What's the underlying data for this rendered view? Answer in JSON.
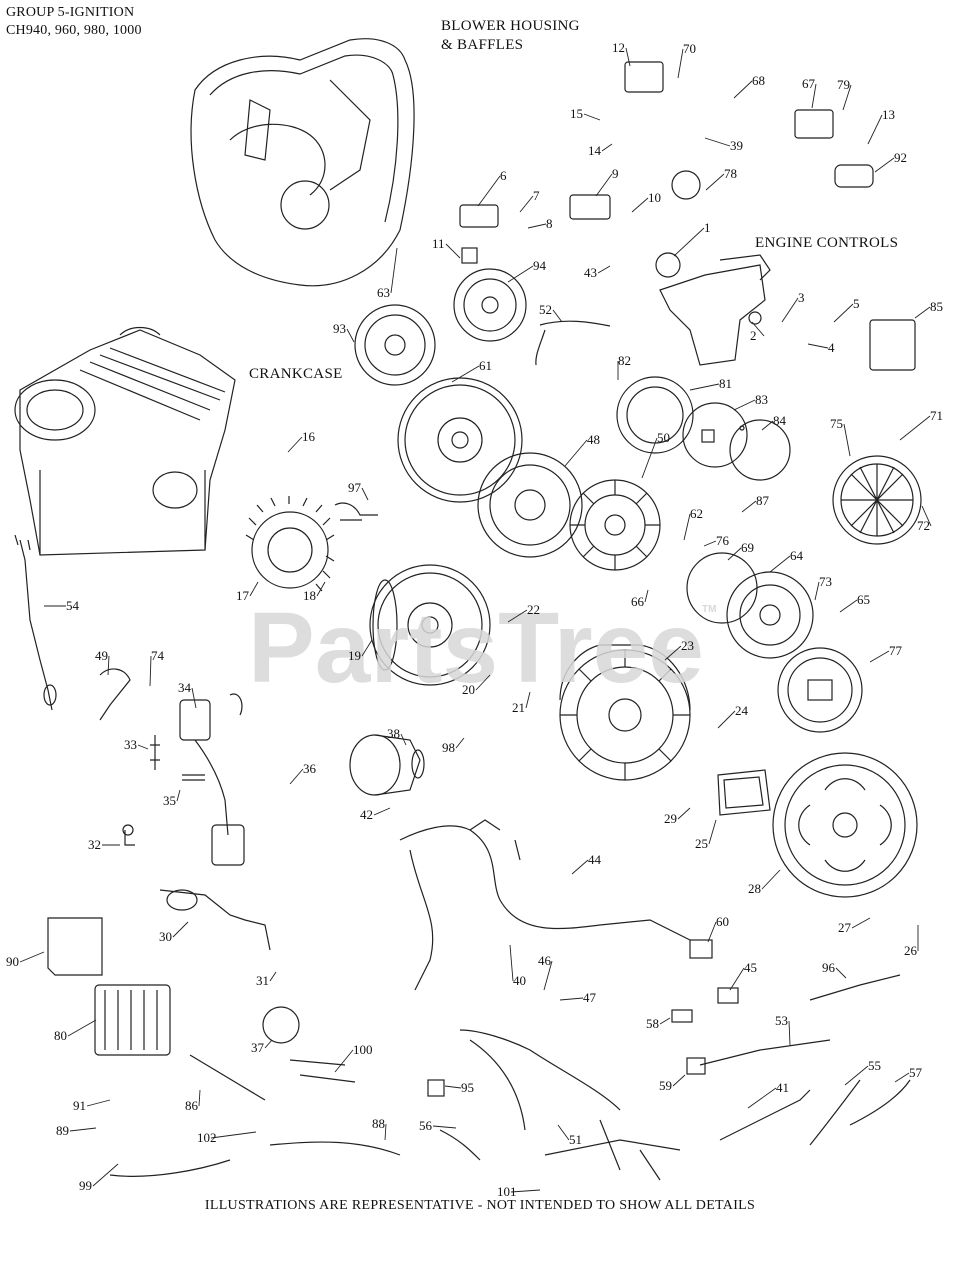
{
  "header": {
    "line1": "GROUP 5-IGNITION",
    "line2": "CH940, 960, 980, 1000"
  },
  "section_labels": {
    "blower_line1": "BLOWER HOUSING",
    "blower_line2": "& BAFFLES",
    "engine_controls": "ENGINE CONTROLS",
    "crankcase": "CRANKCASE"
  },
  "watermark": {
    "text": "PartsTree",
    "tm": "TM",
    "color": "#d8d8d8"
  },
  "footer": "ILLUSTRATIONS ARE REPRESENTATIVE - NOT INTENDED TO SHOW ALL DETAILS",
  "callouts": [
    "1",
    "2",
    "3",
    "4",
    "5",
    "6",
    "7",
    "8",
    "9",
    "10",
    "11",
    "12",
    "13",
    "14",
    "15",
    "16",
    "17",
    "18",
    "19",
    "20",
    "21",
    "22",
    "23",
    "24",
    "25",
    "26",
    "27",
    "28",
    "29",
    "30",
    "31",
    "32",
    "33",
    "34",
    "35",
    "36",
    "37",
    "38",
    "39",
    "40",
    "41",
    "42",
    "43",
    "44",
    "45",
    "46",
    "47",
    "48",
    "49",
    "50",
    "51",
    "52",
    "53",
    "54",
    "55",
    "56",
    "57",
    "58",
    "59",
    "60",
    "61",
    "62",
    "63",
    "64",
    "65",
    "66",
    "67",
    "68",
    "69",
    "70",
    "71",
    "72",
    "73",
    "74",
    "75",
    "76",
    "77",
    "78",
    "79",
    "80",
    "81",
    "82",
    "83",
    "84",
    "85",
    "86",
    "87",
    "88",
    "89",
    "90",
    "91",
    "92",
    "93",
    "94",
    "95",
    "96",
    "97",
    "98",
    "99",
    "100",
    "101",
    "102"
  ]
}
